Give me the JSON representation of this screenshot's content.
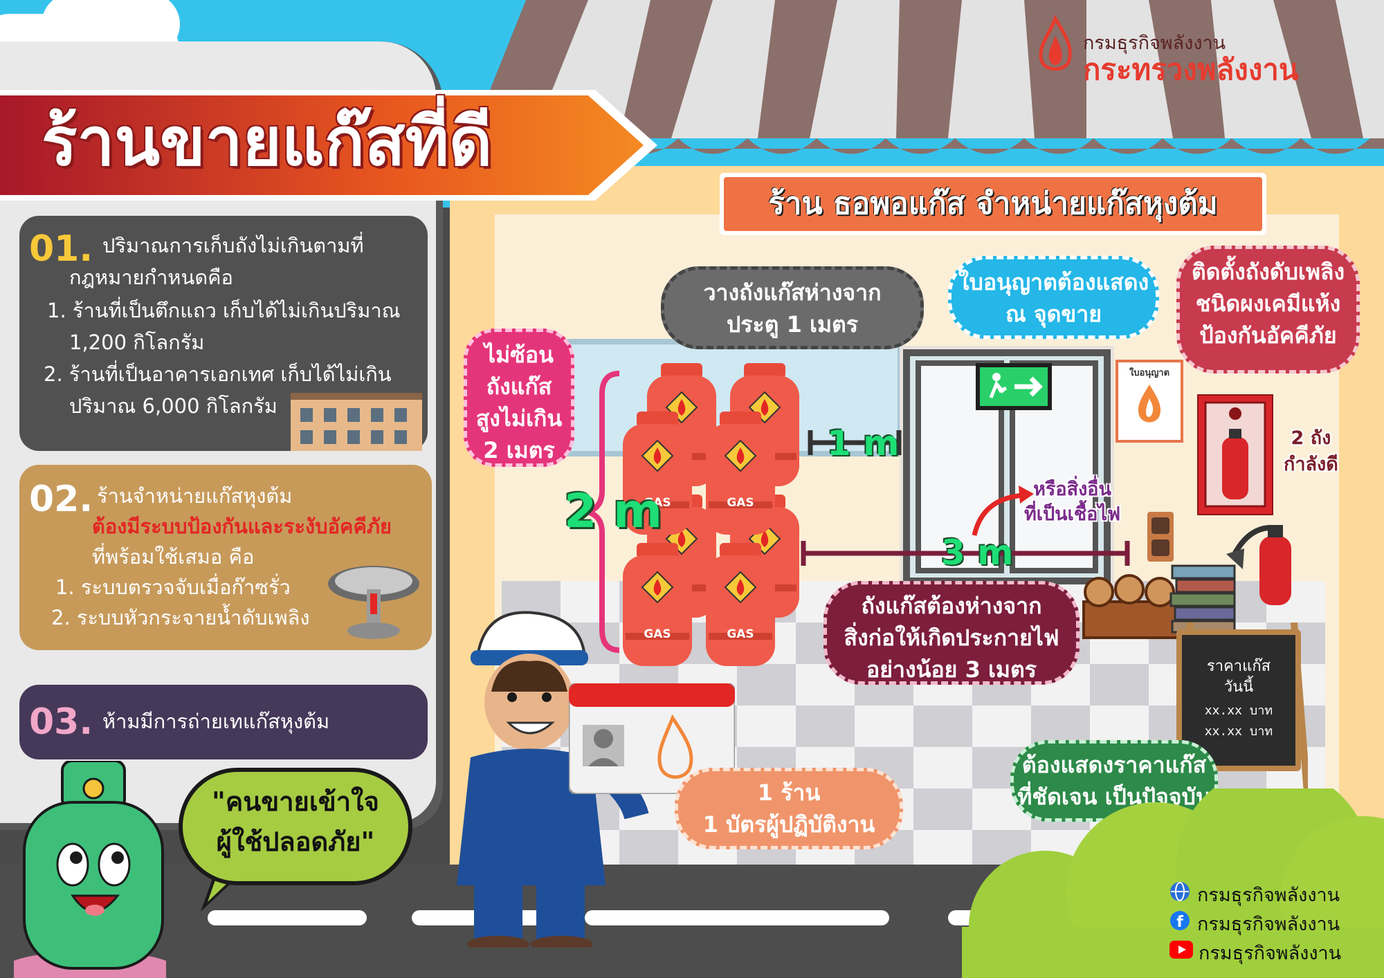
{
  "title": "ร้านขายแก๊สที่ดี",
  "logo": {
    "line1": "กรมธุรกิจพลังงาน",
    "line2": "กระทรวงพลังงาน"
  },
  "shop_sign": "ร้าน ธอพอแก๊ส จำหน่ายแก๊สหุงต้ม",
  "card1": {
    "num": "01.",
    "line1": "ปริมาณการเก็บถังไม่เกินตามที่",
    "line2": "กฎหมายกำหนดคือ",
    "item1a": "1. ร้านที่เป็นตึกแถว เก็บได้ไม่เกินปริมาณ",
    "item1b": "1,200 กิโลกรัม",
    "item2a": "2. ร้านที่เป็นอาคารเอกเทศ เก็บได้ไม่เกิน",
    "item2b": "ปริมาณ 6,000 กิโลกรัม"
  },
  "card2": {
    "num": "02.",
    "line1": "ร้านจำหน่ายแก๊สหุงต้ม",
    "line2": "ต้องมีระบบป้องกันและระงับอัคคีภัย",
    "line3": "ที่พร้อมใช้เสมอ คือ",
    "item1": "1. ระบบตรวจจับเมื่อก๊าซรั่ว",
    "item2": "2. ระบบหัวกระจายน้ำดับเพลิง"
  },
  "card3": {
    "num": "03.",
    "text": "ห้ามมีการถ่ายเทแก๊สหุงต้ม"
  },
  "bubble": {
    "line1": "\"คนขายเข้าใจ",
    "line2": "ผู้ใช้ปลอดภัย\""
  },
  "callouts": {
    "door": {
      "line1": "วางถังแก๊สห่างจาก",
      "line2": "ประตู 1 เมตร"
    },
    "license": {
      "line1": "ใบอนุญาตต้องแสดง",
      "line2": "ณ จุดขาย"
    },
    "fire": {
      "line1": "ติดตั้งถังดับเพลิง",
      "line2": "ชนิดผงเคมีแห้ง",
      "line3": "ป้องกันอัคคีภัย"
    },
    "stack": {
      "line1": "ไม่ซ้อน",
      "line2": "ถังแก๊ส",
      "line3": "สูงไม่เกิน",
      "line4": "2 เมตร"
    },
    "distance": {
      "line1": "ถังแก๊สต้องห่างจาก",
      "line2": "สิ่งก่อให้เกิดประกายไฟ",
      "line3": "อย่างน้อย 3 เมตร"
    },
    "card": {
      "line1": "1 ร้าน",
      "line2": "1 บัตรผู้ปฏิบัติงาน"
    },
    "price": {
      "line1": "ต้องแสดงราคาแก๊ส",
      "line2": "ที่ชัดเจน เป็นปัจจุบัน"
    }
  },
  "labels": {
    "two_m": "2 m",
    "one_m": "1 m",
    "three_m": "3 m",
    "fuel_line1": "หรือสิ่งอื่น",
    "fuel_line2": "ที่เป็นเชื้อไฟ",
    "tank_line1": "2 ถัง",
    "tank_line2": "กำลังดี",
    "gas": "GAS",
    "cert": "ใบอนุญาต"
  },
  "board": {
    "line1": "ราคาแก๊ส",
    "line2": "วันนี้",
    "line3": "xx.xx บาท",
    "line4": "xx.xx บาท"
  },
  "social": {
    "web": "กรมธุรกิจพลังงาน",
    "facebook": "กรมธุรกิจพลังงาน",
    "youtube": "กรมธุรกิจพลังงาน"
  },
  "colors": {
    "title_orange": "#f07a22",
    "title_red": "#b3222b",
    "gas_red": "#ef5a4a",
    "mascot_green": "#3dbf7a"
  }
}
